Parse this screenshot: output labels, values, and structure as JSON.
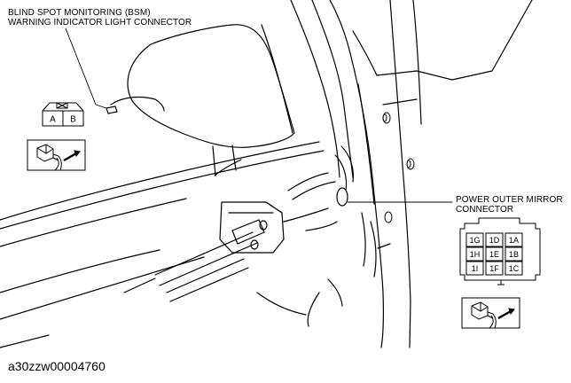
{
  "callouts": {
    "bsm": {
      "line1": "BLIND SPOT MONITORING (BSM)",
      "line2": "WARNING INDICATOR LIGHT CONNECTOR"
    },
    "power_mirror": {
      "line1": "POWER OUTER MIRROR",
      "line2": "CONNECTOR"
    }
  },
  "connectors": {
    "bsm_pins": [
      "A",
      "B"
    ],
    "mirror_pins": [
      [
        "1G",
        "1D",
        "1A"
      ],
      [
        "1H",
        "1E",
        "1B"
      ],
      [
        "1I",
        "1F",
        "1C"
      ]
    ]
  },
  "figure_id": "a30zzw00004760",
  "icons": {
    "harness_view": "harness-side-view-icon"
  }
}
